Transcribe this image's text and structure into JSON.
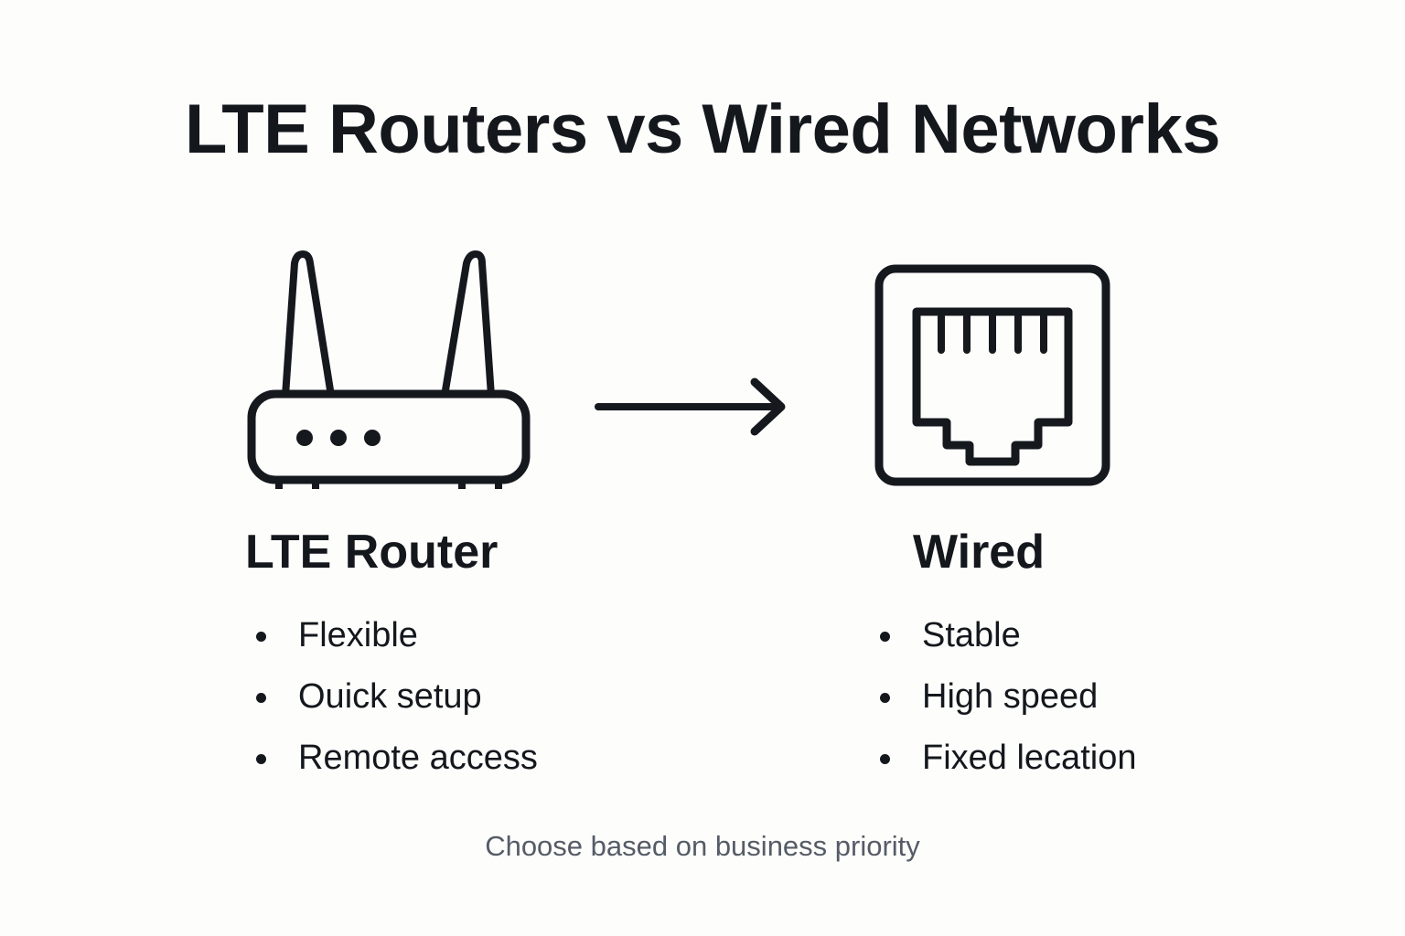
{
  "background_color": "#FDFDFC",
  "text_color": "#14181D",
  "muted_text_color": "#555C66",
  "stroke_color": "#15191E",
  "title": "LTE Routers vs Wired Networks",
  "left": {
    "icon": "lte-router-icon",
    "heading": "LTE Router",
    "bullets": [
      "Flexible",
      "Ouick setup",
      "Remote access"
    ]
  },
  "connector": {
    "icon": "right-arrow-icon"
  },
  "right": {
    "icon": "ethernet-port-icon",
    "heading": "Wired",
    "bullets": [
      "Stable",
      "High speed",
      "Fixed lecation"
    ]
  },
  "footer": "Choose based on business priority"
}
